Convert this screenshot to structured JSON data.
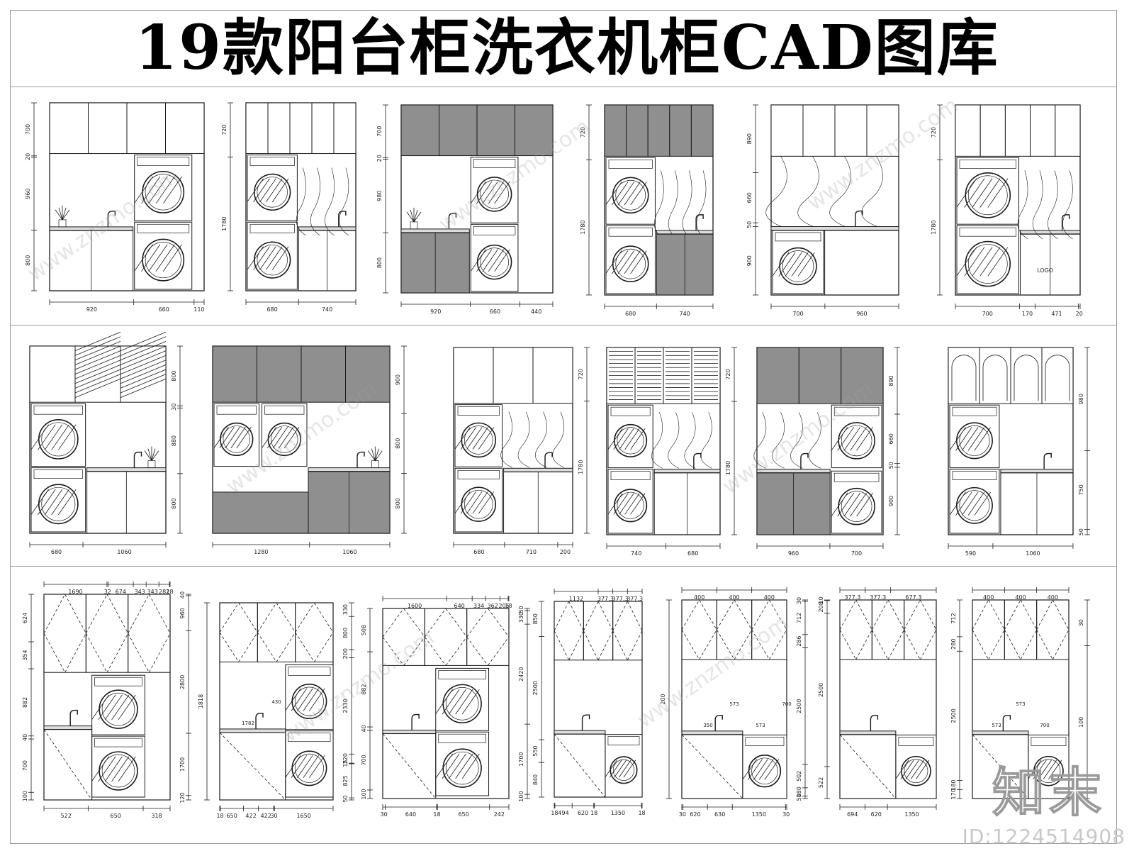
{
  "title": "19款阳台柜洗衣机柜CAD图库",
  "id_label": "ID:1224514908",
  "brand_mark": "知末",
  "watermark": "www.znzmo.com",
  "colors": {
    "line": "#1a1a1a",
    "gray_panel": "#8f8f8f",
    "frame": "#9a9a9a"
  },
  "row1": [
    {
      "heights": [
        "700",
        "20",
        "960",
        "800"
      ],
      "widths": [
        "920",
        "660",
        "110"
      ]
    },
    {
      "heights": [
        "720",
        "1780"
      ],
      "widths": [
        "680",
        "740"
      ]
    },
    {
      "heights": [
        "700",
        "20",
        "980",
        "800"
      ],
      "widths": [
        "920",
        "660",
        "440"
      ]
    },
    {
      "heights": [
        "720",
        "1780"
      ],
      "widths": [
        "680",
        "740"
      ]
    },
    {
      "heights": [
        "890",
        "660",
        "50",
        "900"
      ],
      "widths": [
        "700",
        "960"
      ]
    },
    {
      "heights": [
        "720",
        "1780"
      ],
      "widths": [
        "700",
        "170",
        "471",
        "20"
      ],
      "logo": "LOGO"
    }
  ],
  "row2": [
    {
      "heights": [
        "800",
        "30",
        "880",
        "800"
      ],
      "widths": [
        "680",
        "1060"
      ]
    },
    {
      "heights": [
        "900",
        "800",
        "800"
      ],
      "widths": [
        "1280",
        "1060"
      ]
    },
    {
      "heights": [
        "720",
        "1780"
      ],
      "widths": [
        "680",
        "710",
        "200"
      ]
    },
    {
      "heights": [
        "720",
        "1780"
      ],
      "widths": [
        "740",
        "680"
      ]
    },
    {
      "heights": [
        "890",
        "660",
        "50",
        "900"
      ],
      "widths": [
        "960",
        "700"
      ]
    },
    {
      "heights": [
        "980",
        "750",
        "50"
      ],
      "widths": [
        "590",
        "1060"
      ]
    }
  ],
  "row3": [
    {
      "top": [
        "1690",
        "32",
        "674",
        "343",
        "343",
        "282",
        "18"
      ],
      "left": [
        "624",
        "354",
        "882",
        "40",
        "700",
        "100"
      ],
      "right": [
        "40",
        "960",
        "2800",
        "1700",
        "120"
      ],
      "bottom": [
        "522",
        "650",
        "318"
      ]
    },
    {
      "top": [],
      "left": [
        "1818"
      ],
      "right": [
        "330",
        "800",
        "200",
        "2330",
        "220",
        "15",
        "825",
        "50"
      ],
      "inner": [
        "1782",
        "430"
      ],
      "bottom": [
        "18",
        "650",
        "422",
        "422",
        "30",
        "1650"
      ]
    },
    {
      "top": [
        "1600",
        "640",
        "334",
        "362",
        "206",
        "18"
      ],
      "left": [
        "508",
        "882",
        "40",
        "700",
        "100"
      ],
      "right": [
        "50",
        "330",
        "2420",
        "1700",
        "100"
      ],
      "bottom": [
        "30",
        "640",
        "18",
        "650",
        "242"
      ]
    },
    {
      "top": [
        "1132",
        "377.3",
        "377.3",
        "377.3"
      ],
      "left": [
        "850",
        "2500",
        "550",
        "840"
      ],
      "bottom": [
        "18",
        "494",
        "620",
        "18",
        "1350",
        "18"
      ]
    },
    {
      "top": [
        "400",
        "400",
        "400"
      ],
      "left": [
        "200"
      ],
      "right": [
        "30",
        "712",
        "286",
        "2500",
        "502",
        "180",
        "50"
      ],
      "inner": [
        "350",
        "573",
        "573",
        "700"
      ],
      "bottom": [
        "30",
        "620",
        "630",
        "1350",
        "30"
      ]
    },
    {
      "top": [
        "377.3",
        "377.3",
        "677.3"
      ],
      "left": [
        "10",
        "208",
        "2500",
        "522"
      ],
      "bottom": [
        "694",
        "620",
        "1350"
      ]
    },
    {
      "top": [
        "400",
        "400",
        "400"
      ],
      "left": [
        "712",
        "280",
        "2500",
        "180",
        "170"
      ],
      "right": [
        "30",
        "100"
      ],
      "inner": [
        "573",
        "573",
        "700"
      ],
      "bottom": []
    }
  ]
}
